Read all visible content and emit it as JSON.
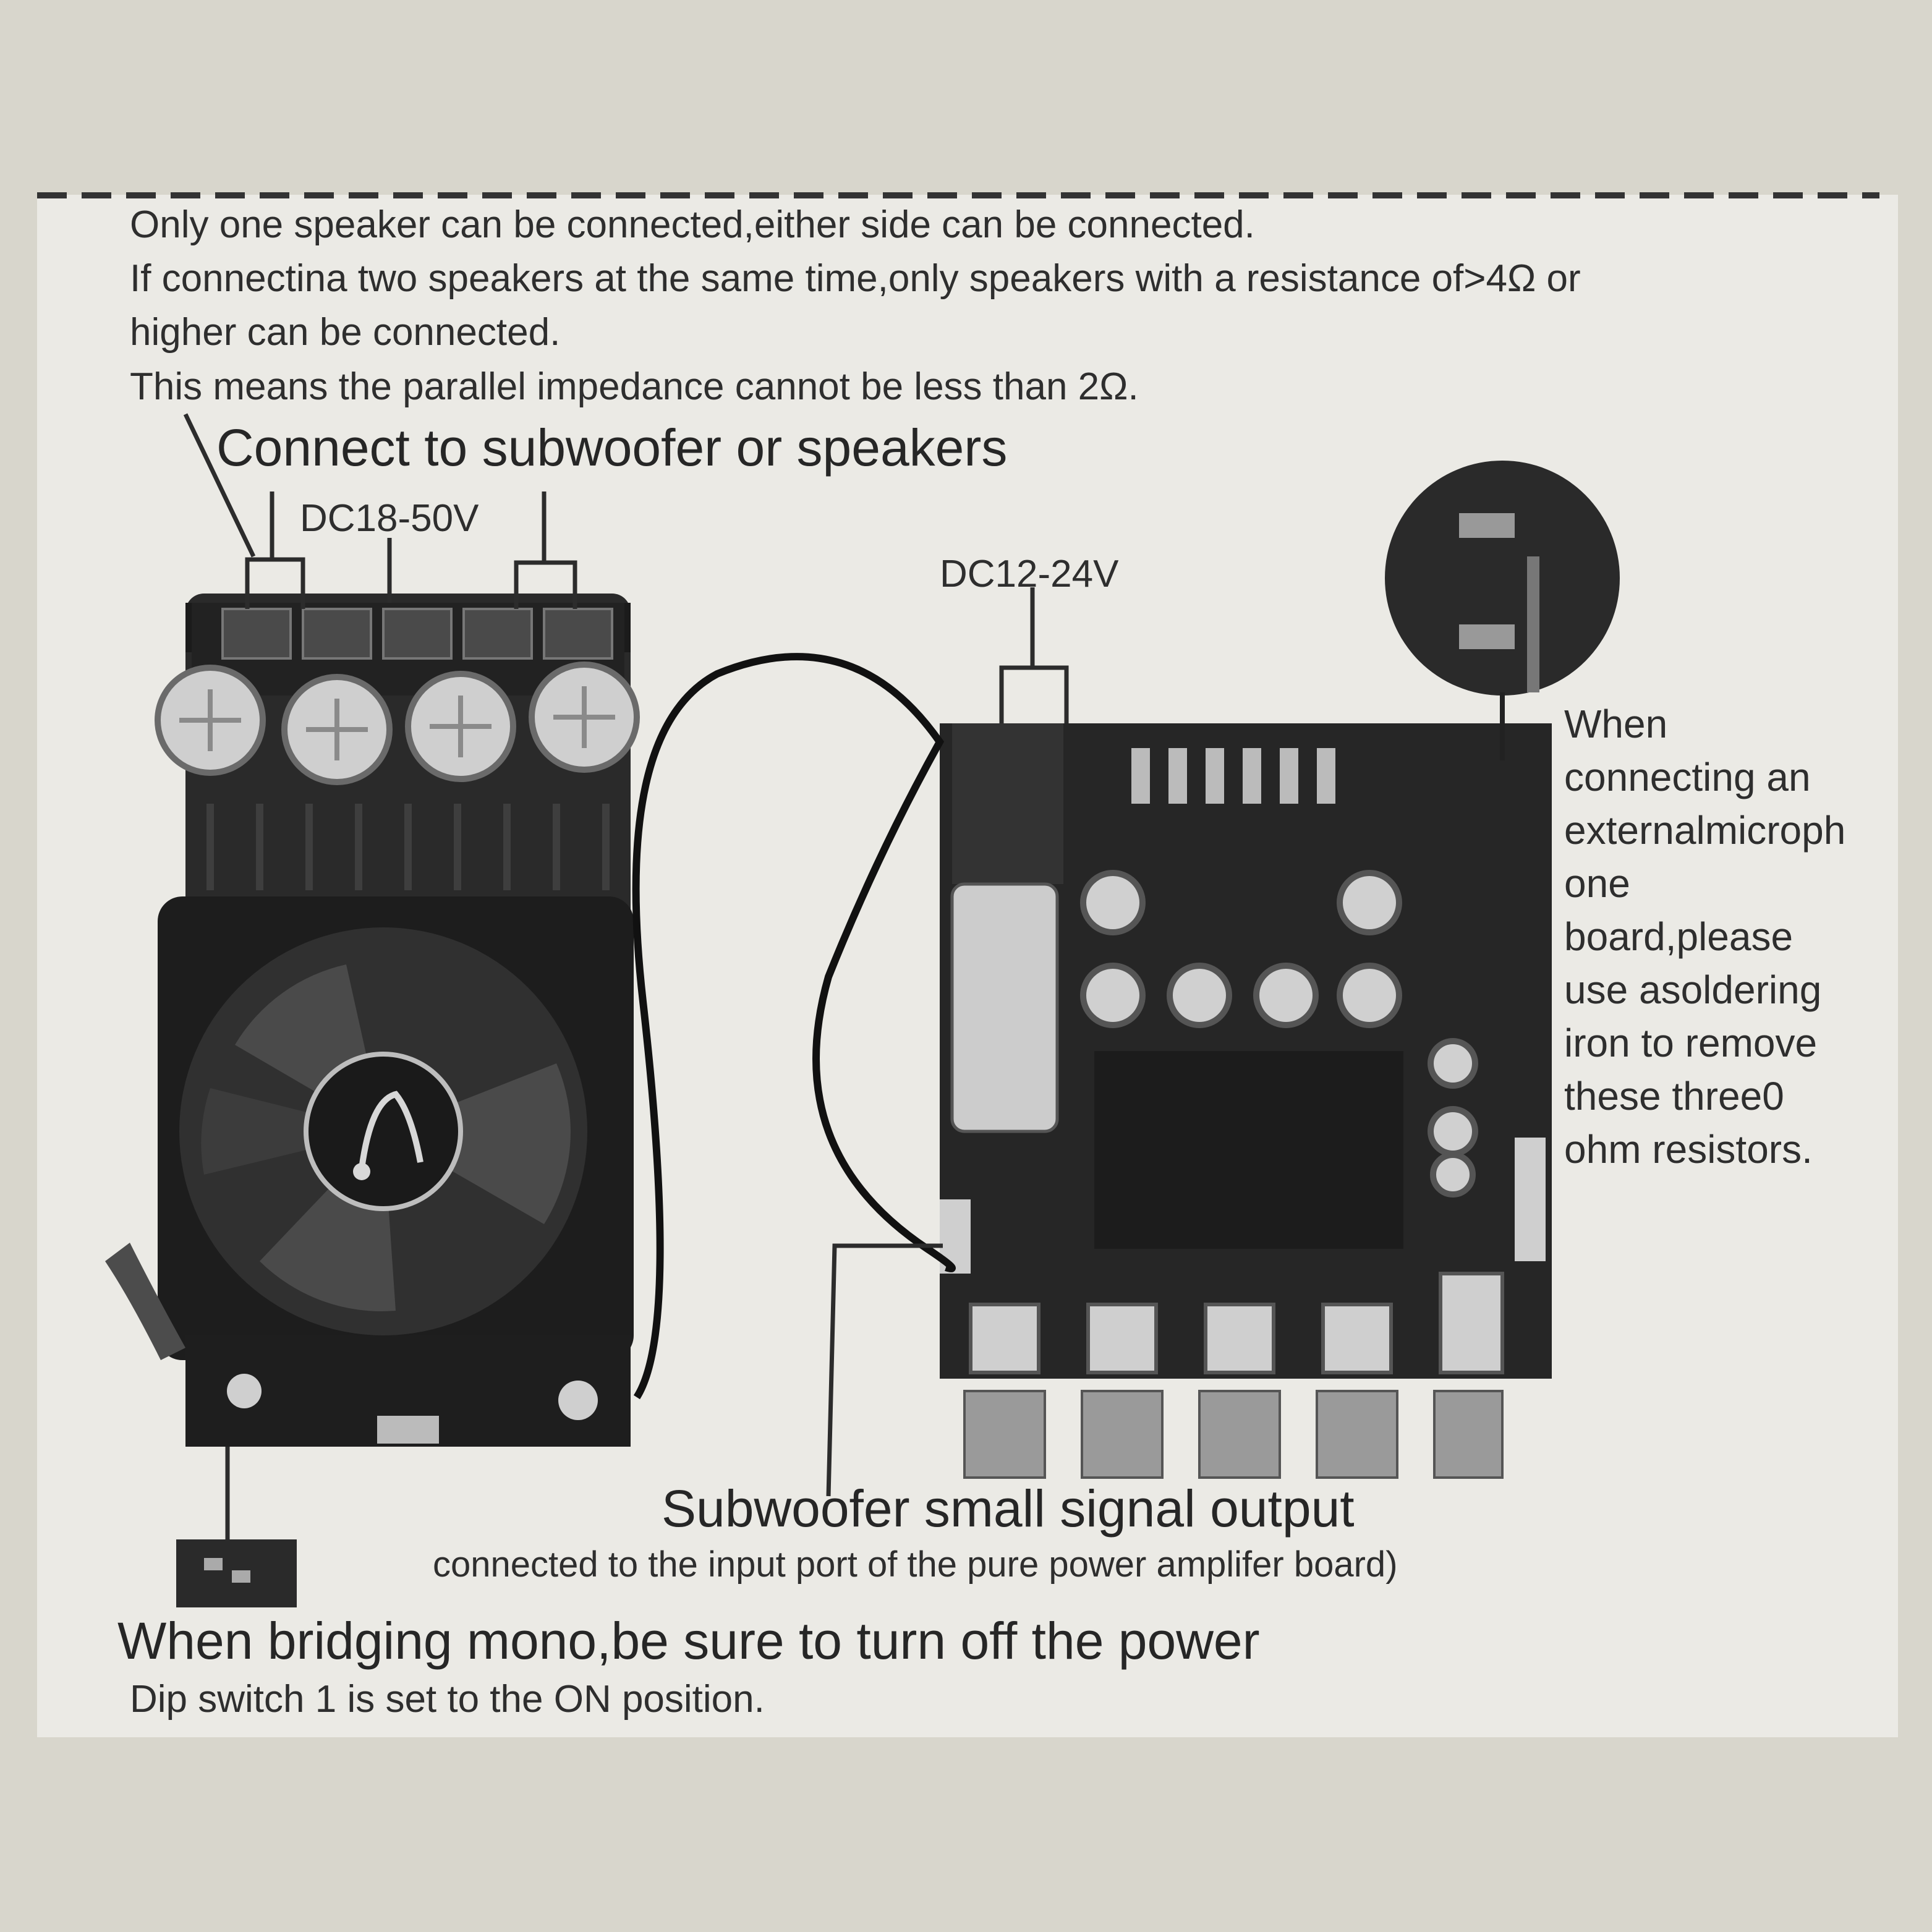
{
  "notes": {
    "line1": "Only one speaker can be connected,either side can be connected.",
    "line2": "If connectina two speakers at the same time,only speakers with a resistance of>4Ω or",
    "line3": "higher can be connected.",
    "line4": "This means the parallel impedance cannot be less than 2Ω."
  },
  "labels": {
    "speaker_connect": "Connect to subwoofer or speakers",
    "power_main": "DC18-50V",
    "power_preamp": "DC12-24V",
    "mic_note": [
      "When",
      "connecting an",
      "externalmicroph",
      "one",
      "board,please",
      "use asoldering",
      "iron to remove",
      "these three0",
      "ohm resistors."
    ],
    "sub_output": "Subwoofer small signal output",
    "sub_output_detail": "connected to the input port of the pure power amplifer board)",
    "bridge_warning": "When bridging mono,be sure to turn off the power",
    "dip_switch": "Dip switch 1 is set to the ON position."
  }
}
